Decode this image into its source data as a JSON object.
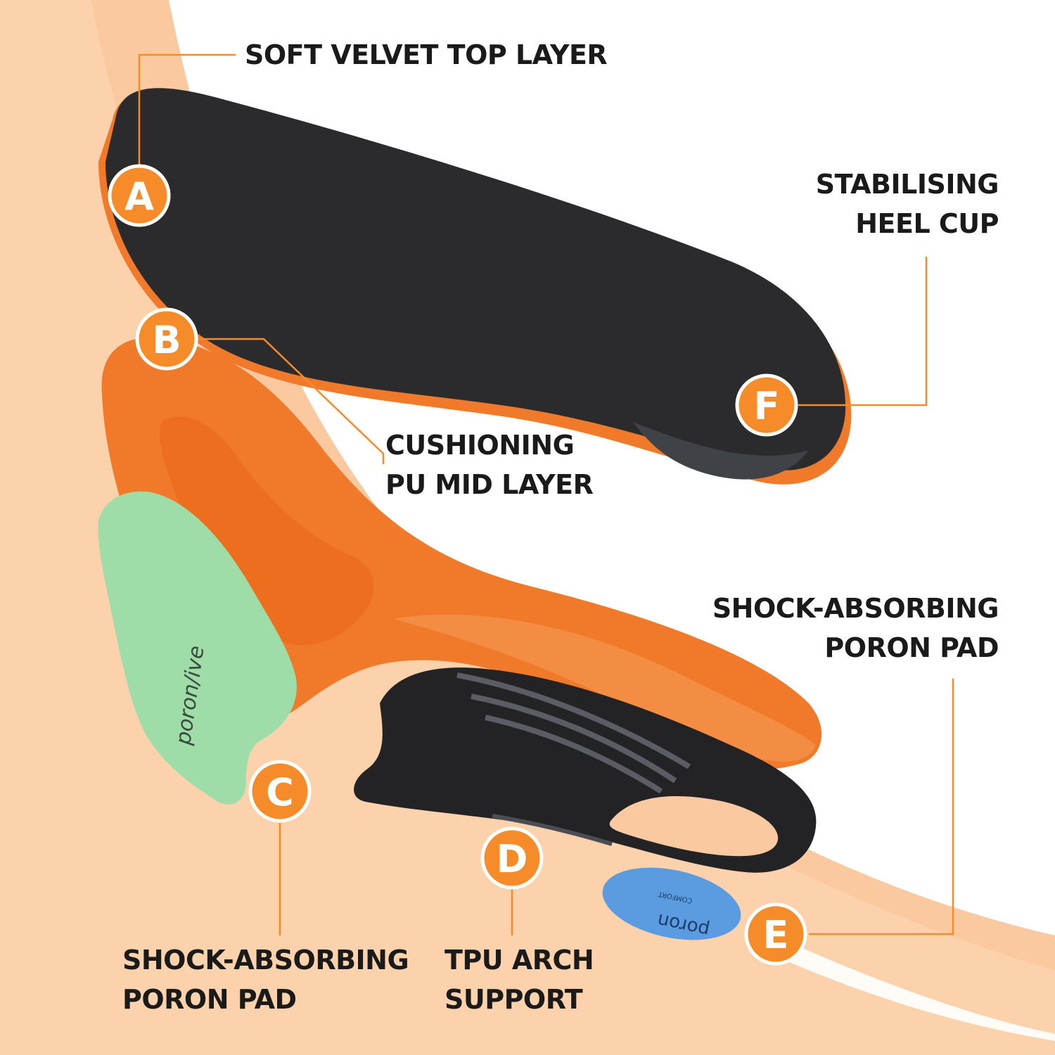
{
  "colors": {
    "accent_orange": "#F68B2A",
    "background_peach": "#FBC9A0",
    "background_light": "#FDE3CC",
    "insole_black": "#2B2B2E",
    "midlayer_orange": "#F07A2A",
    "poron_green": "#9EDDA8",
    "poron_blue": "#5B9BE0",
    "text_dark": "#1a1a1a"
  },
  "callouts": [
    {
      "letter": "A",
      "lines": [
        "SOFT VELVET TOP LAYER"
      ]
    },
    {
      "letter": "B",
      "lines": [
        "CUSHIONING",
        "PU MID LAYER"
      ]
    },
    {
      "letter": "C",
      "lines": [
        "SHOCK-ABSORBING",
        "PORON PAD"
      ]
    },
    {
      "letter": "D",
      "lines": [
        "TPU ARCH",
        "SUPPORT"
      ]
    },
    {
      "letter": "E",
      "lines": [
        "SHOCK-ABSORBING",
        "PORON PAD"
      ]
    },
    {
      "letter": "F",
      "lines": [
        "STABILISING",
        "HEEL CUP"
      ]
    }
  ],
  "product_marks": {
    "green_pad_text": "poron/ive",
    "blue_pad_text": "poron",
    "blue_pad_subtext": "COMFORT"
  }
}
